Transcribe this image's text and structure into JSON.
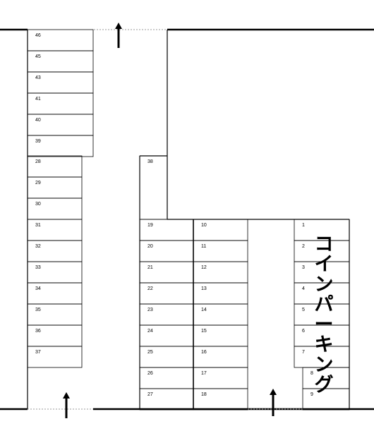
{
  "sign_text": [
    "コ",
    "イ",
    "ン",
    "パ",
    "ー",
    "キ",
    "ン",
    "グ"
  ],
  "stalls": {
    "left_upper": [
      "46",
      "45",
      "43",
      "41",
      "40",
      "39"
    ],
    "left_lower": [
      "28",
      "29",
      "30",
      "31",
      "32",
      "33",
      "34",
      "35",
      "36",
      "37"
    ],
    "middle_single": "38",
    "middle_left": [
      "19",
      "20",
      "21",
      "22",
      "23",
      "24",
      "25",
      "26",
      "27"
    ],
    "middle_right": [
      "10",
      "11",
      "12",
      "13",
      "14",
      "15",
      "16",
      "17",
      "18"
    ],
    "right": [
      "1",
      "2",
      "3",
      "4",
      "5",
      "6",
      "7",
      "8",
      "9"
    ]
  },
  "entrances": [
    {
      "name": "top-entrance-arrow",
      "direction": "up"
    },
    {
      "name": "bottom-left-entrance-arrow",
      "direction": "up"
    },
    {
      "name": "bottom-right-entrance-arrow",
      "direction": "up"
    }
  ],
  "colors": {
    "line": "#000000",
    "dotted": "#999999",
    "background": "#ffffff"
  }
}
